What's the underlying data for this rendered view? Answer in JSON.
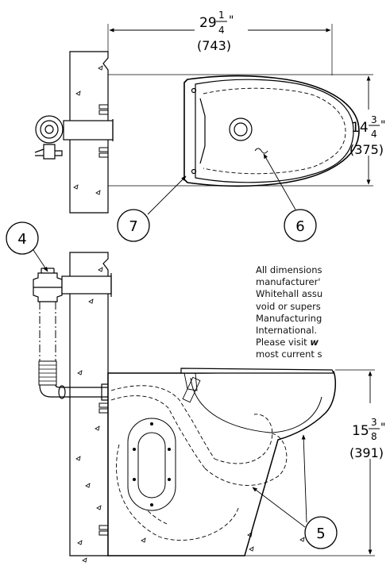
{
  "dimensions": {
    "length": {
      "whole": "29",
      "num": "1",
      "den": "4",
      "unit": "\"",
      "metric": "(743)"
    },
    "width": {
      "whole": "14",
      "num": "3",
      "den": "4",
      "unit": "\"",
      "metric": "(375)"
    },
    "height": {
      "whole": "15",
      "num": "3",
      "den": "8",
      "unit": "\"",
      "metric": "(391)"
    }
  },
  "callouts": {
    "c4": "4",
    "c5": "5",
    "c6": "6",
    "c7": "7"
  },
  "note": {
    "line1": "All dimensions",
    "line2": "manufacturer'",
    "line3": "Whitehall assu",
    "line4": "void or supers",
    "line5": "Manufacturing",
    "line6": "International.",
    "line7_a": "Please visit ",
    "line7_b": "w",
    "line8": "most current s"
  },
  "colors": {
    "line": "#000000",
    "background": "#ffffff"
  }
}
